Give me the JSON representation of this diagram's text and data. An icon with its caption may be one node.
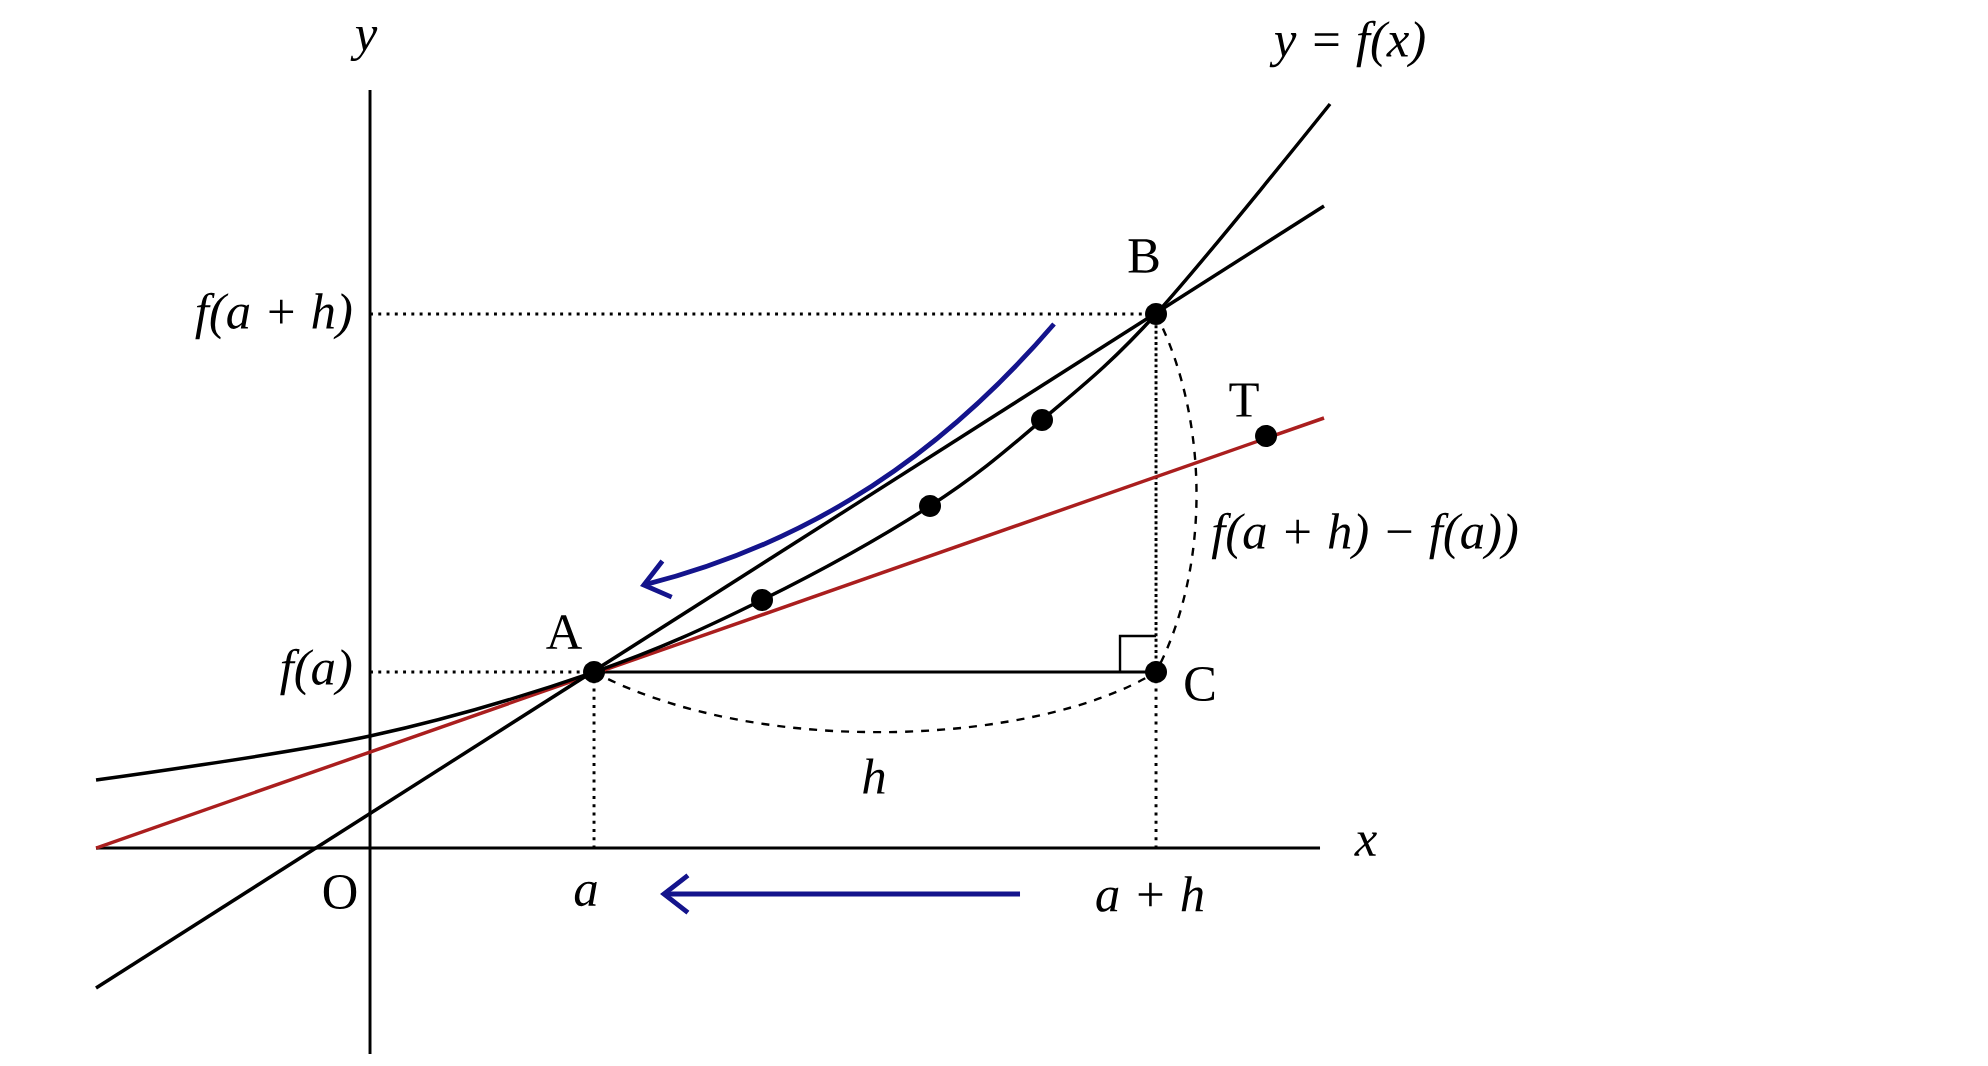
{
  "diagram": {
    "labels": [
      "y",
      "y = f(x)",
      "B",
      "f(a + h)",
      "T",
      "f(a + h) − f(a))",
      "A",
      "f(a)",
      "C",
      "h",
      "x",
      "O",
      "a",
      "a + h"
    ]
  }
}
